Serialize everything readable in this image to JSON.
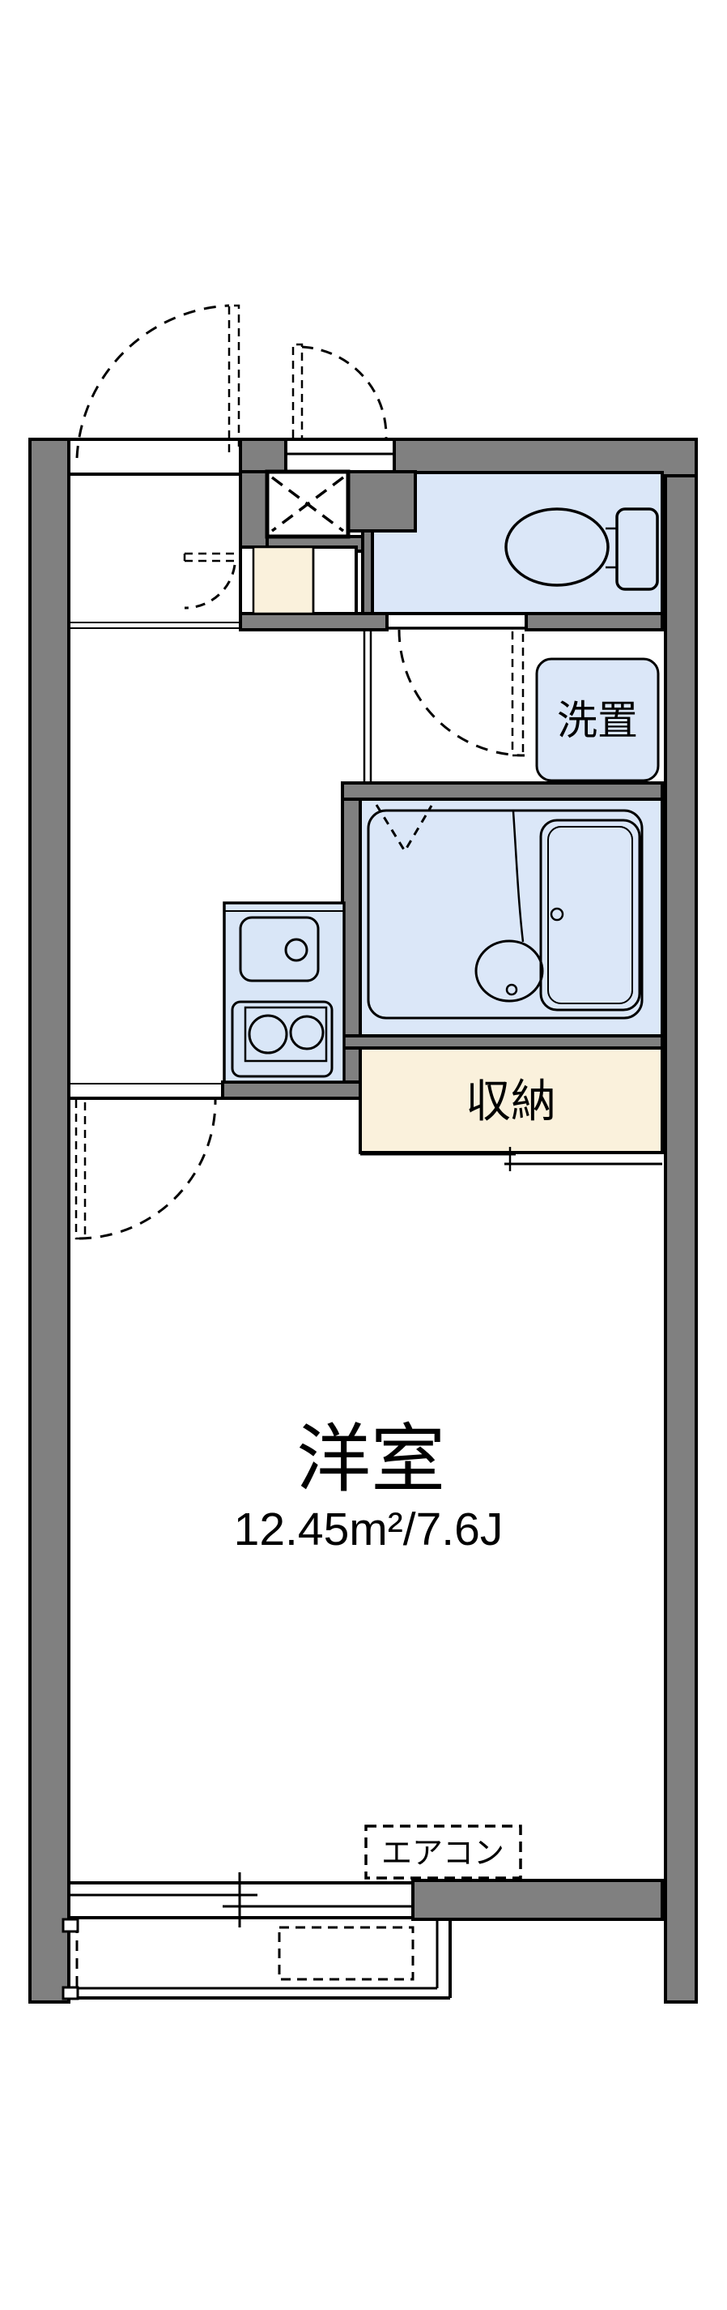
{
  "labels": {
    "main_room": "洋室",
    "area": "12.45m²/7.6J",
    "washer": "洗置",
    "storage": "収納",
    "aircon": "エアコン"
  },
  "colors": {
    "wall": "#808080",
    "room_blue": "#dbe7f8",
    "storage_cream": "#faf1dc",
    "line": "#000000",
    "background": "#ffffff"
  }
}
